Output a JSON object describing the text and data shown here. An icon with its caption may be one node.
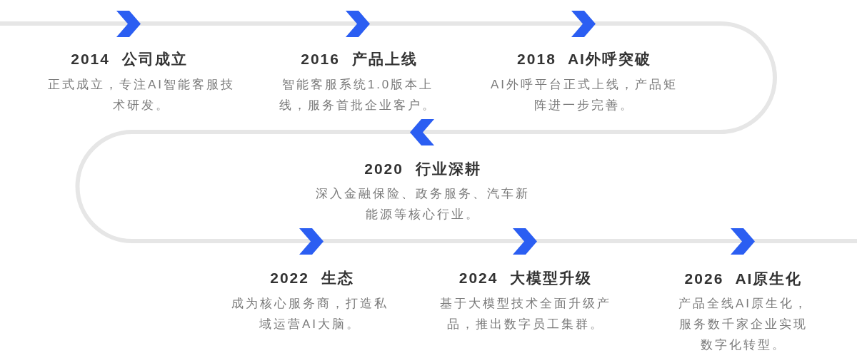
{
  "diagram": {
    "labels": [
      "2014 公司成立",
      "正式成立，专注AI智能客服技术研发。",
      "2016 产品上线",
      "智能客服系统1.0版本上线，服务首批企业客户。",
      "2018 AI外呼突破",
      "AI外呼平台正式上线，产品矩阵进一步完善。",
      "2020 行业深耕",
      "深入金融保险、政务服务、汽车新能源等核心行业。",
      "2022 生态",
      "成为核心服务商，打造私域运营AI大脑。",
      "2024 大模型升级",
      "基于大模型技术全面升级产品，推出数字员工集群。",
      "2026 AI原生化",
      "产品全线AI原生化，服务数千家企业实现数字化转型。"
    ]
  }
}
